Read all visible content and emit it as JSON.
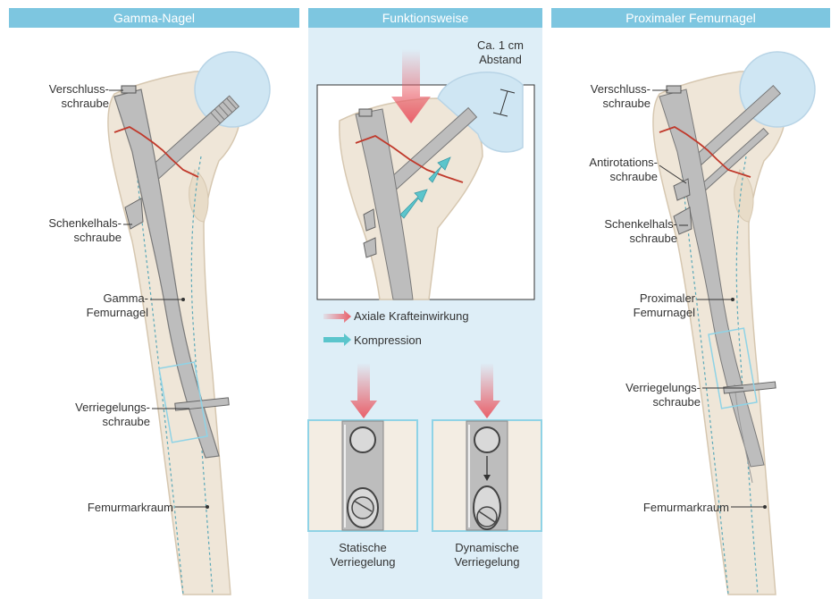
{
  "headers": {
    "left": "Gamma-Nagel",
    "middle": "Funktionsweise",
    "right": "Proximaler Femurnagel"
  },
  "left_labels": {
    "verschluss_1": "Verschluss-",
    "verschluss_2": "schraube",
    "schenkelhals_1": "Schenkelhals-",
    "schenkelhals_2": "schraube",
    "gamma_1": "Gamma-",
    "gamma_2": "Femurnagel",
    "verriegelung_1": "Verriegelungs-",
    "verriegelung_2": "schraube",
    "markraum": "Femurmarkraum"
  },
  "middle_labels": {
    "abstand_1": "Ca. 1 cm",
    "abstand_2": "Abstand",
    "legend_axial": "Axiale Krafteinwirkung",
    "legend_kompression": "Kompression",
    "static_1": "Statische",
    "static_2": "Verriegelung",
    "dynamic_1": "Dynamische",
    "dynamic_2": "Verriegelung"
  },
  "right_labels": {
    "verschluss_1": "Verschluss-",
    "verschluss_2": "schraube",
    "antirotation_1": "Antirotations-",
    "antirotation_2": "schraube",
    "schenkelhals_1": "Schenkelhals-",
    "schenkelhals_2": "schraube",
    "nagel_1": "Proximaler",
    "nagel_2": "Femurnagel",
    "verriegelung_1": "Verriegelungs-",
    "verriegelung_2": "schraube",
    "markraum": "Femurmarkraum"
  },
  "colors": {
    "header": "#7dc6e0",
    "bone": "#efe6d8",
    "bone_outline": "#d6c7b0",
    "femoral_head": "#cfe6f3",
    "implant": "#bdbdbd",
    "fracture": "#c0392b",
    "force_arrow": "#e9606a",
    "compression_arrow": "#5bc5cc",
    "panel_bg": "#deeef7"
  }
}
